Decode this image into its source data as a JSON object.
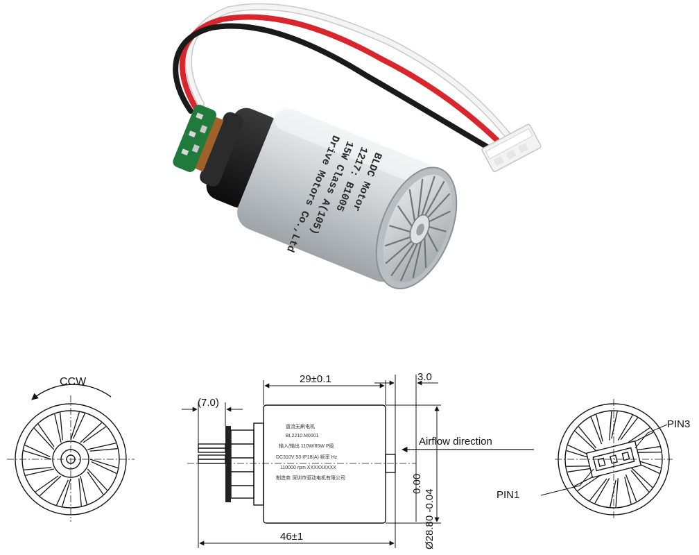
{
  "photo": {
    "motor_label_lines": [
      "BLDC Motor",
      "1217: B1005",
      "15W Class A(105)",
      "Drive Motors Co.,Ltd"
    ]
  },
  "drawing": {
    "rotation_label": "CCW",
    "dimensions": {
      "body_length": "29±0.1",
      "front_gap": "3.0",
      "rear_length": "(7.0)",
      "total_length": "46±1",
      "diameter": "Ø28.80 -0.04",
      "diameter_upper": "0.00"
    },
    "airflow_label": "Airflow direction",
    "pins": {
      "pin1": "PIN1",
      "pin3": "PIN3"
    },
    "nameplate_lines": [
      "直流无刷电机",
      "BL2210.M0001",
      "输入/输出 110W/85W P级",
      "DC310V 53  IP18(A) 频率 Hz",
      "110000 rpm  XXXXXXXXX",
      "制造商 深圳市驱动电机有限公司"
    ]
  },
  "colors": {
    "wire_red": "#d9262c",
    "wire_black": "#1a1a1a",
    "wire_white": "#f2f2f2",
    "pcb_green": "#1f7a3c",
    "body_silver": "#cfd3d6"
  }
}
